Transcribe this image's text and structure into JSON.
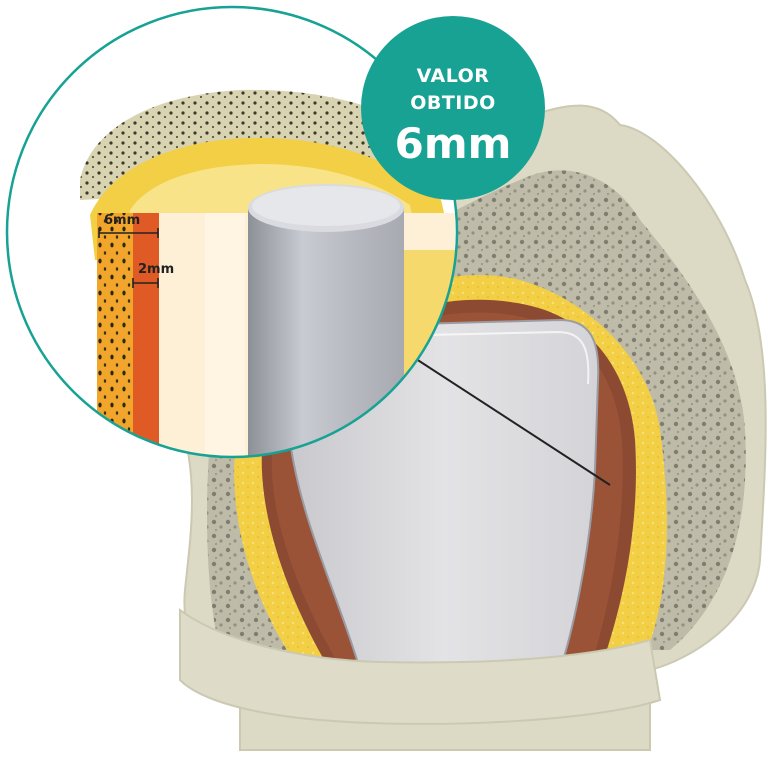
{
  "badge": {
    "line1": "VALOR",
    "line2": "OBTIDO",
    "value": "6mm"
  },
  "dimensions": {
    "outer_label": "6mm",
    "inner_label": "2mm"
  },
  "colors": {
    "teal_accent": "#17a294",
    "orange_layer": "#e05a25",
    "yellow_layer": "#f2cf45",
    "bone": "#dcdac4",
    "implant_grey": "#c3c6cc"
  }
}
